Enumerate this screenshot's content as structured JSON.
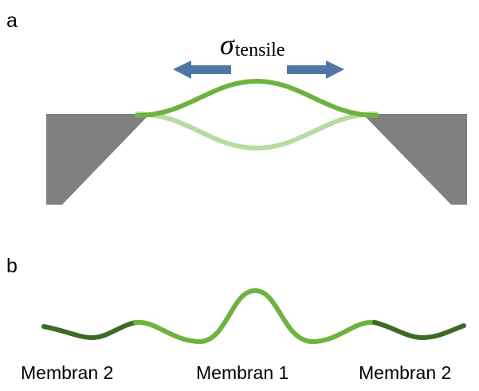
{
  "panels": {
    "a": {
      "label": "a",
      "stress_symbol": "σ",
      "stress_subscript": "tensile",
      "membrane_color": "#6db33f",
      "membrane_faded_color": "#b7dca2",
      "frame_color": "#808080",
      "arrow_color": "#4f77a6"
    },
    "b": {
      "label": "b",
      "membranes": {
        "left": "Membran 2",
        "middle": "Membran 1",
        "right": "Membran 2"
      },
      "membrane1_color": "#6db33f",
      "membrane2_color": "#3d6b25"
    }
  }
}
